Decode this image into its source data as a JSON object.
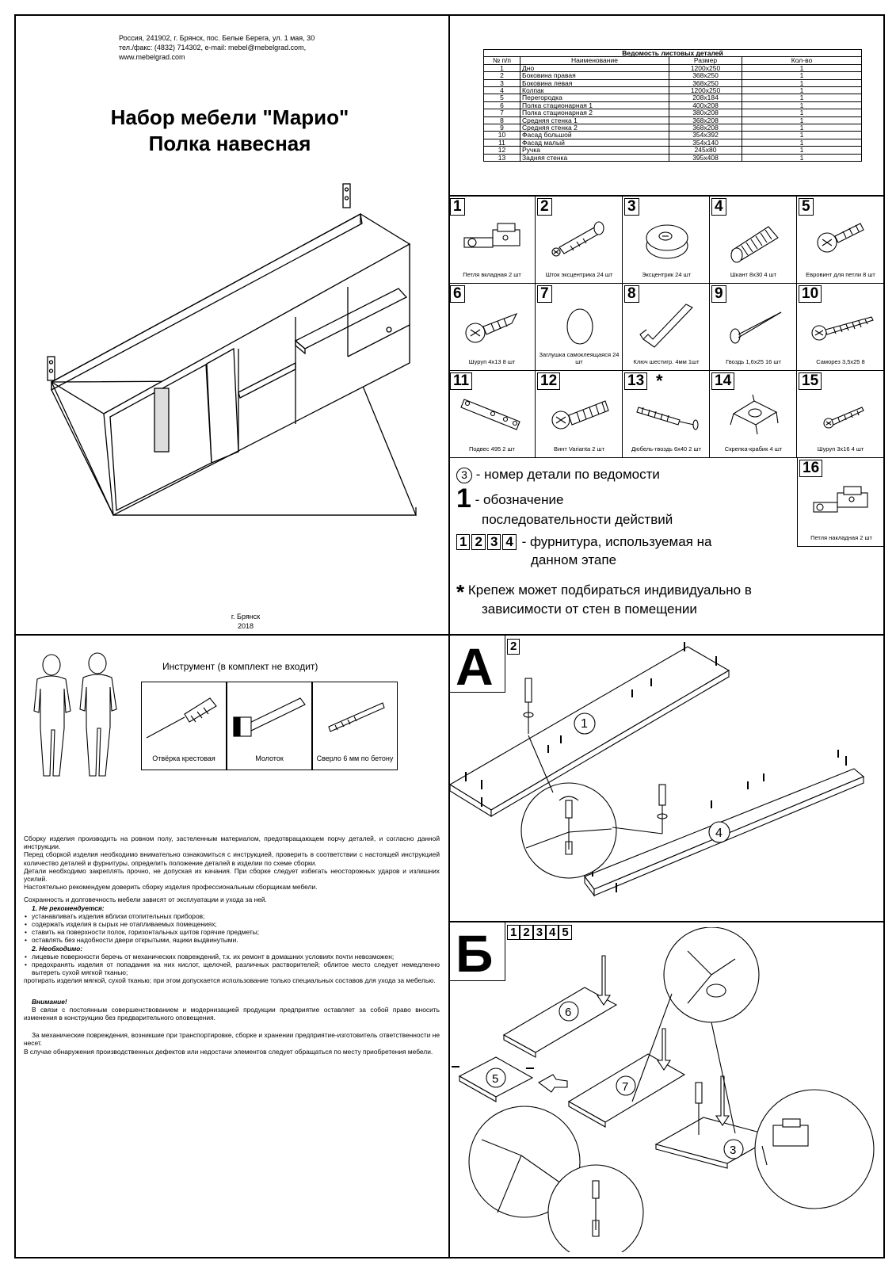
{
  "header": {
    "address_line1": "Россия, 241902, г. Брянск, пос. Белые Берега, ул. 1 мая, 30",
    "address_line2": "тел./факс: (4832) 714302, e-mail: mebel@mebelgrad.com,",
    "address_line3": "www.mebelgrad.com",
    "title_line1": "Набор мебели \"Марио\"",
    "title_line2": "Полка навесная",
    "city": "г. Брянск",
    "year": "2018"
  },
  "parts_table": {
    "caption": "Ведомость листовых деталей",
    "columns": [
      "№ п/п",
      "Наименование",
      "Размер",
      "Кол-во"
    ],
    "rows": [
      [
        "1",
        "Дно",
        "1200х250",
        "1"
      ],
      [
        "2",
        "Боковина правая",
        "368х250",
        "1"
      ],
      [
        "3",
        "Боковина левая",
        "368х250",
        "1"
      ],
      [
        "4",
        "Колпак",
        "1200х250",
        "1"
      ],
      [
        "5",
        "Перегородка",
        "208х184",
        "1"
      ],
      [
        "6",
        "Полка стационарная 1",
        "400х208",
        "1"
      ],
      [
        "7",
        "Полка стационарная 2",
        "380х208",
        "1"
      ],
      [
        "8",
        "Средняя стенка 1",
        "368х208",
        "1"
      ],
      [
        "9",
        "Средняя стенка 2",
        "368х208",
        "1"
      ],
      [
        "10",
        "Фасад большой",
        "354х392",
        "1"
      ],
      [
        "11",
        "Фасад малый",
        "354х140",
        "1"
      ],
      [
        "12",
        "Ручка",
        "245х80",
        "1"
      ],
      [
        "13",
        "Задняя стенка",
        "395х408",
        "1"
      ]
    ]
  },
  "hardware": [
    {
      "num": "1",
      "label": "Петля вкладная 2 шт",
      "icon": "hinge-icon"
    },
    {
      "num": "2",
      "label": "Шток эксцентрика 24 шт",
      "icon": "cam-bolt-icon"
    },
    {
      "num": "3",
      "label": "Эксцентрик 24 шт",
      "icon": "cam-lock-icon"
    },
    {
      "num": "4",
      "label": "Шкант 8х30 4 шт",
      "icon": "dowel-icon"
    },
    {
      "num": "5",
      "label": "Евровинт для петли 8 шт",
      "icon": "euroscrew-icon"
    },
    {
      "num": "6",
      "label": "Шуруп 4х13 8 шт",
      "icon": "screw-icon"
    },
    {
      "num": "7",
      "label": "Заглушка самоклеящаяся 24 шт",
      "icon": "cap-icon"
    },
    {
      "num": "8",
      "label": "Ключ шестигр. 4мм 1шт",
      "icon": "hex-key-icon"
    },
    {
      "num": "9",
      "label": "Гвоздь 1,6х25 16 шт",
      "icon": "nail-icon"
    },
    {
      "num": "10",
      "label": "Саморез 3,5х25 8",
      "icon": "long-screw-icon"
    },
    {
      "num": "11",
      "label": "Подвес 495 2 шт",
      "icon": "hanger-icon"
    },
    {
      "num": "12",
      "label": "Винт Varianta 2 шт",
      "icon": "varianta-screw-icon"
    },
    {
      "num": "13",
      "label": "Дюбель-гвоздь 6х40 2 шт",
      "icon": "dowel-nail-icon"
    },
    {
      "num": "14",
      "label": "Скрепка-крабик 4 шт",
      "icon": "clip-icon"
    },
    {
      "num": "15",
      "label": "Шуруп 3х16 4 шт",
      "icon": "small-screw-icon"
    },
    {
      "num": "16",
      "label": "Петля накладная 2 шт",
      "icon": "overlay-hinge-icon"
    }
  ],
  "legend": {
    "circle_num": "3",
    "part_number_text": "- номер детали по ведомости",
    "step_num": "1",
    "step_text_1": "- обозначение",
    "step_text_2": "последовательности действий",
    "boxes": [
      "1",
      "2",
      "3",
      "4"
    ],
    "hardware_text_1": "- фурнитура, используемая на",
    "hardware_text_2": "данном этапе",
    "star": "*",
    "note_1": "Крепеж может подбираться индивидуально в",
    "note_2": "зависимости от стен в помещении"
  },
  "tools": {
    "title": "Инструмент (в комплект не входит)",
    "items": [
      {
        "label": "Отвёрка крестовая",
        "icon": "screwdriver-icon"
      },
      {
        "label": "Молоток",
        "icon": "hammer-icon"
      },
      {
        "label": "Сверло 6 мм по бетону",
        "icon": "drill-bit-icon"
      }
    ]
  },
  "instructions": {
    "p1": "Сборку изделия производить на ровном полу, застеленным материалом, предотвращающем порчу деталей, и согласно данной инструкции.",
    "p2": "Перед сборкой изделия необходимо внимательно ознакомиться с инструкцией, проверить в соответствии с настоящей инструкцией количество деталей и фурнитуры, определить положение деталей в изделии по схеме сборки.",
    "p3": "Детали необходимо закреплять прочно, не допуская их качания. При сборке следует избегать неосторожных ударов и излишних усилий.",
    "p4": "Настоятельно рекомендуем доверить сборку изделия профессиональным сборщикам мебели.",
    "p5": "Сохранность и долговечность мебели зависят от эксплуатации и ухода за ней.",
    "h1": "1. Не рекомендуется:",
    "not_list": [
      "устанавливать изделия вблизи отопительных приборов;",
      "содержать изделия в сырых не отапливаемых помещениях;",
      "ставить на поверхности полок, горизонтальных щитов горячие предметы;",
      "оставлять без надобности двери открытыми, ящики выдвинутыми."
    ],
    "h2": "2. Необходимо:",
    "need_list": [
      "лицевые поверхности беречь от механических повреждений, т.к. их ремонт в домашних условиях почти невозможен;",
      "предохранять изделия от попадания на них кислот, щелочей, различных растворителей; облитое место следует немедленно вытереть сухой мягкой тканью;"
    ],
    "p6": "протирать изделия мягкой, сухой тканью; при этом допускается использование только специальных составов для ухода за мебелью.",
    "attention": "Внимание!",
    "p7": "В связи с постоянным совершенствованием и модернизацией продукции предприятие оставляет за собой право вносить изменения в конструкцию без предварительного оповещения.",
    "p8": "За механические повреждения, возникшие при транспортировке, сборке и хранении предприятие-изготовитель ответственности не несет.",
    "p9": "В случае обнаружения производственных дефектов или недостачи элементов следует обращаться по месту приобретения мебели."
  },
  "step_a": {
    "letter": "А",
    "hardware_ref": "2",
    "part_labels": [
      "1",
      "4"
    ]
  },
  "step_b": {
    "letter": "Б",
    "hardware_refs": [
      "1",
      "2",
      "3",
      "4",
      "5"
    ],
    "part_labels": [
      "6",
      "5",
      "7",
      "3"
    ]
  }
}
